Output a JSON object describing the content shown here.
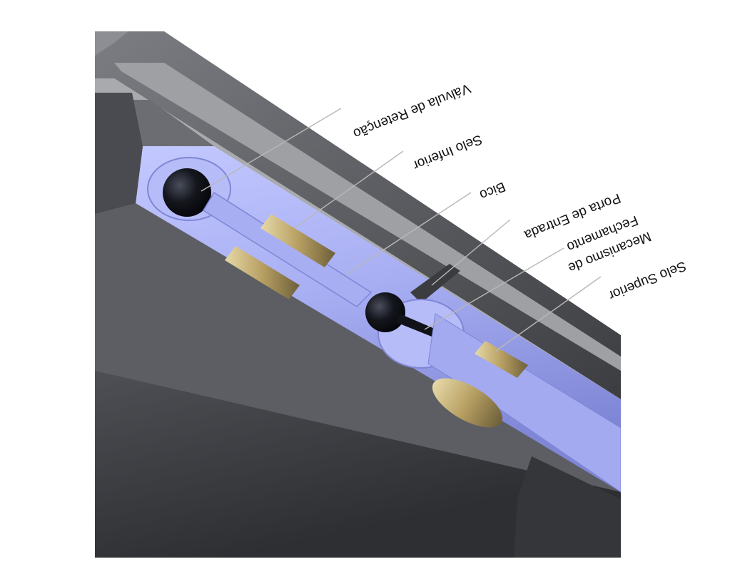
{
  "diagram": {
    "labels": {
      "check_valve": "Válvula de Retenção",
      "lower_seal": "Selo Inferior",
      "nozzle": "Bico",
      "inlet_port": "Porta de Entrada",
      "closing_mechanism_line1": "Fechamento",
      "closing_mechanism_line2": "Mecanismo de",
      "upper_seal": "Selo Superior"
    },
    "colors": {
      "outer_body": "#55575c",
      "body_shadow": "#3a3b3f",
      "body_highlight": "#8a8c91",
      "cut_face": "#a9aaad",
      "inner_parts": "#a7aef2",
      "inner_parts_dark": "#7f86d6",
      "ball": "#0e1016",
      "seal_gold": "#c9b47a",
      "leader_line": "#b8b8b8"
    }
  }
}
